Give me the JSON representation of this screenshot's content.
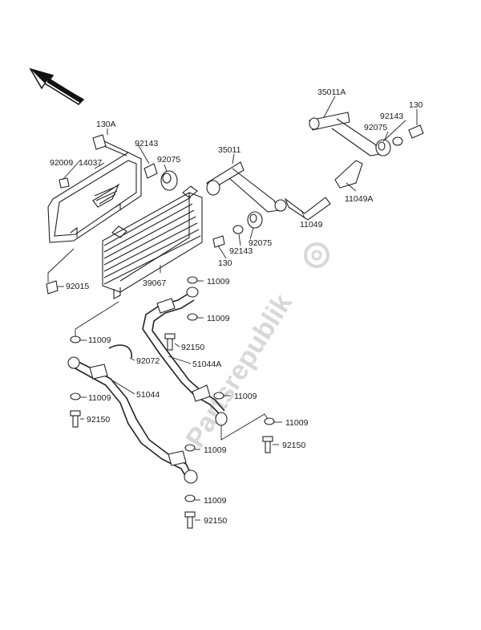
{
  "watermark": "Partsrepublik",
  "labels": [
    {
      "id": "130A",
      "text": "130A"
    },
    {
      "id": "92143a",
      "text": "92143"
    },
    {
      "id": "92075a",
      "text": "92075"
    },
    {
      "id": "92009",
      "text": "92009"
    },
    {
      "id": "14037",
      "text": "14037"
    },
    {
      "id": "92015",
      "text": "92015"
    },
    {
      "id": "39067",
      "text": "39067"
    },
    {
      "id": "11009a",
      "text": "11009"
    },
    {
      "id": "11009b",
      "text": "11009"
    },
    {
      "id": "11009c",
      "text": "11009"
    },
    {
      "id": "92150a",
      "text": "92150"
    },
    {
      "id": "92072",
      "text": "92072"
    },
    {
      "id": "51044A",
      "text": "51044A"
    },
    {
      "id": "11009d",
      "text": "11009"
    },
    {
      "id": "51044",
      "text": "51044"
    },
    {
      "id": "92150b",
      "text": "92150"
    },
    {
      "id": "11009e",
      "text": "11009"
    },
    {
      "id": "11009f",
      "text": "11009"
    },
    {
      "id": "11009g",
      "text": "11009"
    },
    {
      "id": "92150c",
      "text": "92150"
    },
    {
      "id": "11009h",
      "text": "11009"
    },
    {
      "id": "92150d",
      "text": "92150"
    },
    {
      "id": "35011",
      "text": "35011"
    },
    {
      "id": "11049",
      "text": "11049"
    },
    {
      "id": "92075b",
      "text": "92075"
    },
    {
      "id": "92143b",
      "text": "92143"
    },
    {
      "id": "130b",
      "text": "130"
    },
    {
      "id": "35011A",
      "text": "35011A"
    },
    {
      "id": "92143c",
      "text": "92143"
    },
    {
      "id": "130c",
      "text": "130"
    },
    {
      "id": "92075c",
      "text": "92075"
    },
    {
      "id": "11049A",
      "text": "11049A"
    }
  ]
}
